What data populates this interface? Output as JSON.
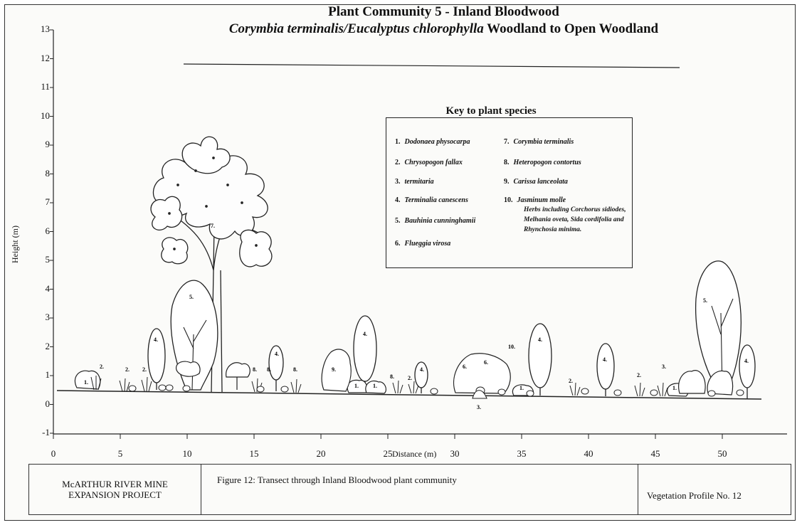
{
  "title": "Plant Community 5 -  Inland Bloodwood",
  "subtitle_italic": "Corymbia terminalis/Eucalyptus chlorophylla",
  "subtitle_rest": "Woodland to Open Woodland",
  "axis": {
    "ylabel": "Height (m)",
    "xlabel": "Distance (m)",
    "yticks": [
      "13",
      "12",
      "11",
      "10",
      "9",
      "8",
      "7",
      "6",
      "5",
      "4",
      "3",
      "2",
      "1",
      "0",
      "-1"
    ],
    "xticks": [
      "0",
      "5",
      "10",
      "15",
      "20",
      "25",
      "30",
      "35",
      "40",
      "45",
      "50"
    ]
  },
  "key": {
    "title": "Key to plant species",
    "items": [
      {
        "num": "1.",
        "name": "Dodonaea physocarpa"
      },
      {
        "num": "2.",
        "name": "Chrysopogon fallax"
      },
      {
        "num": "3.",
        "name": "termitaria"
      },
      {
        "num": "4.",
        "name": "Terminalia canescens"
      },
      {
        "num": "5.",
        "name": "Bauhinia cunninghamii"
      },
      {
        "num": "6.",
        "name": "Flueggia virosa"
      },
      {
        "num": "7.",
        "name": "Corymbia terminalis"
      },
      {
        "num": "8.",
        "name": "Heteropogon contortus"
      },
      {
        "num": "9.",
        "name": "Carissa lanceolata"
      },
      {
        "num": "10.",
        "name": "Jasminum molle"
      }
    ],
    "herb_note": "Herbs including Corchorus sidiodes, Melhania oveta, Sida cordifolia and Rhynchosia minima."
  },
  "footer": {
    "project_line1": "McARTHUR RIVER MINE",
    "project_line2": "EXPANSION PROJECT",
    "caption": "Figure 12:   Transect through Inland Bloodwood plant community",
    "profile": "Vegetation Profile No. 12"
  },
  "plant_labels": [
    "1.",
    "2.",
    "2.",
    "2.",
    "4.",
    "5.",
    "7.",
    "8.",
    "8.",
    "4.",
    "8.",
    "9.",
    "4.",
    "1.",
    "1.",
    "8.",
    "2.",
    "4.",
    "6.",
    "6.",
    "10.",
    "3.",
    "4.",
    "1.",
    "2.",
    "4.",
    "2.",
    "3.",
    "1.",
    "5.",
    "4."
  ]
}
